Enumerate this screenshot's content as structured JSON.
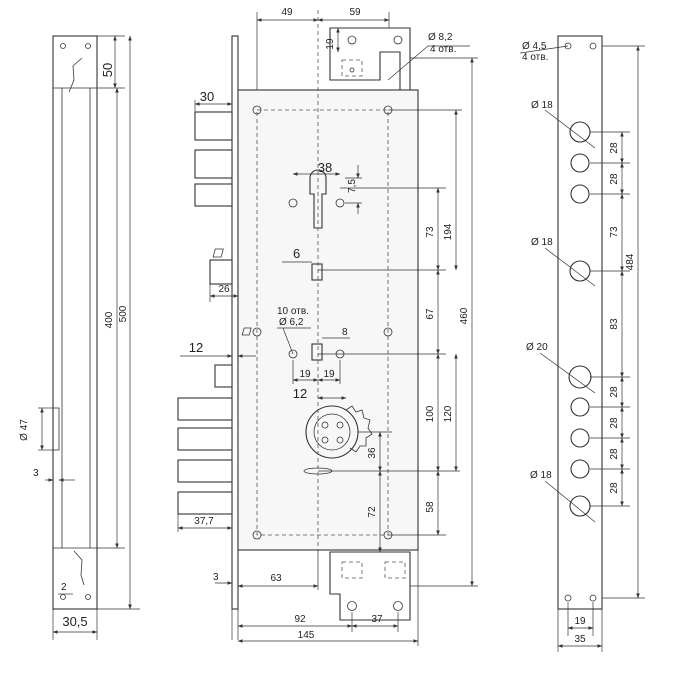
{
  "dimensions": {
    "side": {
      "d50": "50",
      "d400": "400",
      "d500": "500",
      "d47": "Ø 47",
      "d3": "3",
      "d2": "2",
      "d30_5": "30,5"
    },
    "front": {
      "d49": "49",
      "d59": "59",
      "d19_top": "19",
      "hole_dia": "Ø 8,2",
      "hole_count": "4 отв.",
      "d30": "30",
      "d38": "38",
      "d7_5": "7,5",
      "d73": "73",
      "d194": "194",
      "sq6": "6",
      "d26": "26",
      "d460": "460",
      "holes10": "10 отв.",
      "dia6_2": "Ø 6,2",
      "d8": "8",
      "d67": "67",
      "d12a": "12",
      "d19a": "19",
      "d19b": "19",
      "d12b": "12",
      "d100": "100",
      "d120": "120",
      "d36": "36",
      "d72": "72",
      "d58": "58",
      "d37_7": "37,7",
      "d3b": "3",
      "d63": "63",
      "d92": "92",
      "d37": "37",
      "d145": "145"
    },
    "plate": {
      "dia4_5": "Ø 4,5",
      "holes4": "4 отв.",
      "dia18a": "Ø 18",
      "d28a": "28",
      "d28b": "28",
      "d73": "73",
      "dia18b": "Ø 18",
      "d484": "484",
      "d83": "83",
      "dia20": "Ø 20",
      "d28c": "28",
      "d28d": "28",
      "d28e": "28",
      "dia18c": "Ø 18",
      "d28f": "28",
      "d19": "19",
      "d35": "35"
    }
  }
}
